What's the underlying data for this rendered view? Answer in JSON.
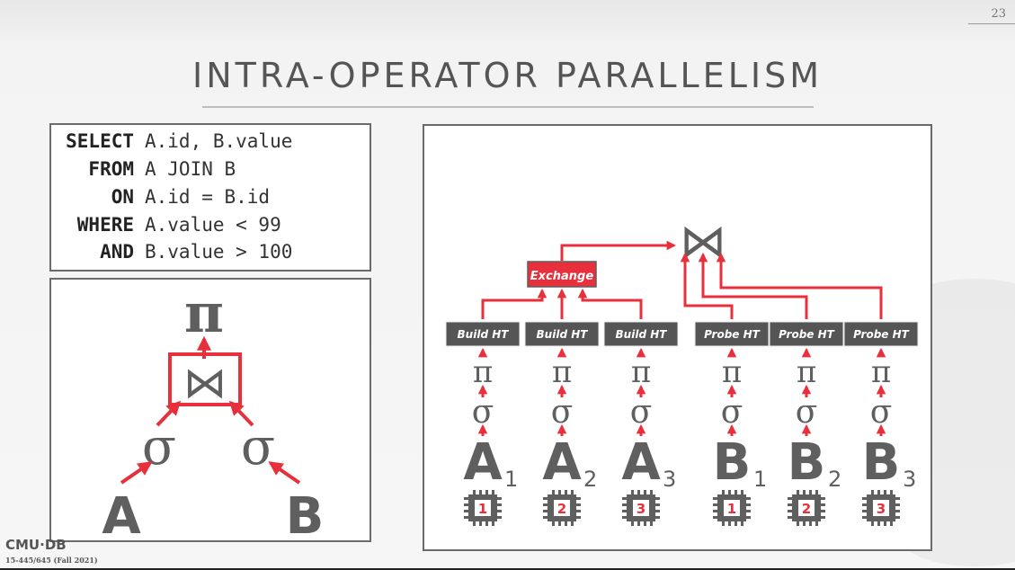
{
  "slide": {
    "page_number": "23",
    "title": "INTRA-OPERATOR PARALLELISM",
    "footer_logo": "CMU·DB",
    "footer_course": "15-445/645 (Fall 2021)"
  },
  "sql": [
    {
      "kw": "SELECT",
      "rest": "A.id, B.value"
    },
    {
      "kw": "FROM",
      "rest": "A JOIN B"
    },
    {
      "kw": "ON",
      "rest": "A.id = B.id"
    },
    {
      "kw": "WHERE",
      "rest": "A.value < 99"
    },
    {
      "kw": "AND",
      "rest": "B.value > 100"
    }
  ],
  "plan": {
    "projection": "π",
    "join": "⋈",
    "selection": "σ",
    "table_a": "A",
    "table_b": "B"
  },
  "parallel": {
    "exchange_label": "Exchange",
    "join_symbol": "⋈",
    "projection": "π",
    "selection": "σ",
    "workers": [
      {
        "op": "Build HT",
        "table": "A",
        "sub": "1",
        "core": "1"
      },
      {
        "op": "Build HT",
        "table": "A",
        "sub": "2",
        "core": "2"
      },
      {
        "op": "Build HT",
        "table": "A",
        "sub": "3",
        "core": "3"
      },
      {
        "op": "Probe HT",
        "table": "B",
        "sub": "1",
        "core": "1"
      },
      {
        "op": "Probe HT",
        "table": "B",
        "sub": "2",
        "core": "2"
      },
      {
        "op": "Probe HT",
        "table": "B",
        "sub": "3",
        "core": "3"
      }
    ]
  },
  "colors": {
    "accent": "#e8303c",
    "dark": "#5f5f5f",
    "label_bg": "#555555"
  }
}
